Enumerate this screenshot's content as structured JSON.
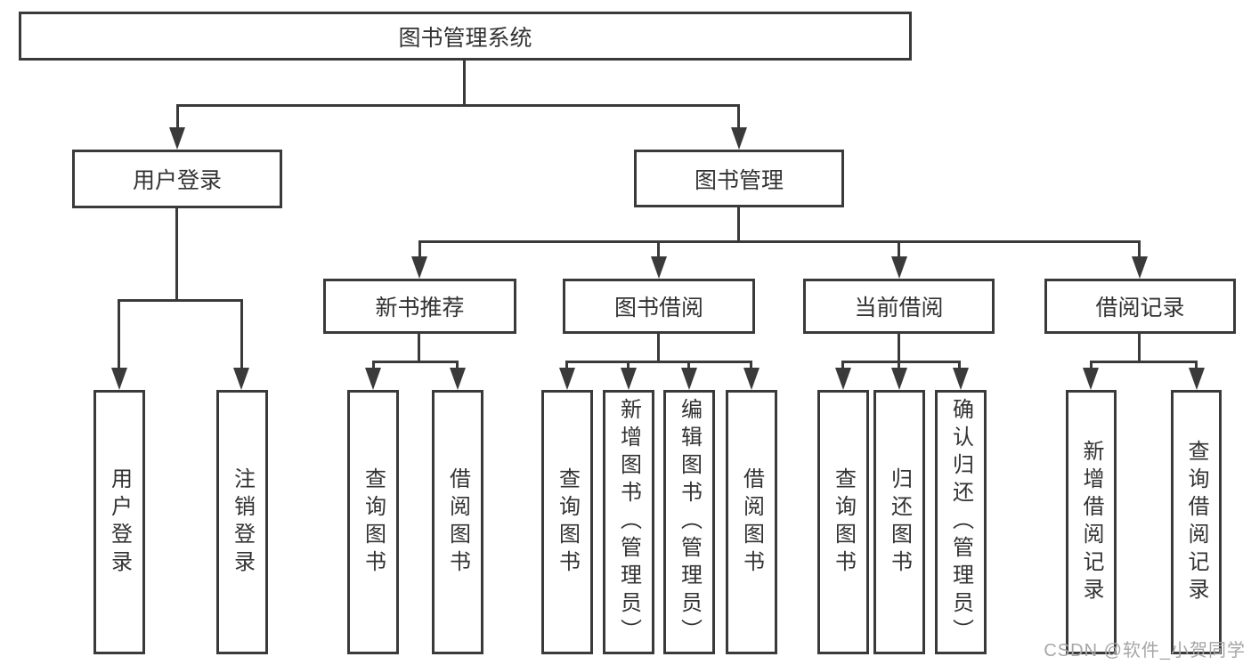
{
  "nodes": {
    "root": "图书管理系统",
    "user_login": "用户登录",
    "book_management": "图书管理",
    "new_book_recommendation": "新书推荐",
    "book_borrowing": "图书借阅",
    "current_borrowing": "当前借阅",
    "borrowing_records": "借阅记录",
    "leaf_user_login": "用户登录",
    "leaf_logout": "注销登录",
    "leaf_recommend_query_books": "查询图书",
    "leaf_recommend_borrow_books": "借阅图书",
    "leaf_borrowing_query_books": "查询图书",
    "leaf_borrowing_add_books": "新增图书（管理员）",
    "leaf_borrowing_edit_books": "编辑图书（管理员）",
    "leaf_borrowing_borrow_books": "借阅图书",
    "leaf_current_query_books": "查询图书",
    "leaf_current_return_books": "归还图书",
    "leaf_current_confirm_return": "确认归还（管理员）",
    "leaf_records_add_record": "新增借阅记录",
    "leaf_records_query_record": "查询借阅记录"
  },
  "watermark": {
    "text": "CSDN @软件_小贺同学"
  },
  "colors": {
    "line": "#3a3a3a",
    "text": "#333333",
    "watermark": "#a6a6a6",
    "background": "#ffffff"
  }
}
